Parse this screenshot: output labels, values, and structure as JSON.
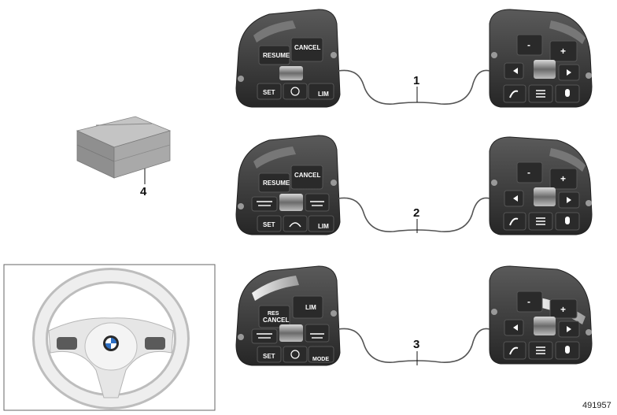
{
  "callouts": {
    "item1": "1",
    "item2": "2",
    "item3": "3",
    "item4": "4"
  },
  "catalog_number": "491957",
  "modules": {
    "module1": {
      "left": {
        "resume": "RESUME",
        "cancel": "CANCEL",
        "set": "SET",
        "lim": "LIM"
      },
      "right": {
        "minus": "-",
        "plus": "+"
      }
    },
    "module2": {
      "left": {
        "resume": "RESUME",
        "cancel": "CANCEL",
        "set": "SET",
        "lim": "LIM"
      },
      "right": {
        "minus": "-",
        "plus": "+"
      }
    },
    "module3": {
      "left": {
        "res": "RES",
        "cancel": "CANCEL",
        "set": "SET",
        "lim": "LIM",
        "mode": "MODE"
      },
      "right": {
        "minus": "-",
        "plus": "+"
      }
    }
  },
  "colors": {
    "switch_body": "#3a3a3a",
    "button_face": "#2a2a2a",
    "accent_silver": "#cfcfcf",
    "box_grey": "#9a9a9a",
    "wheel_light": "#e8e8e8"
  }
}
